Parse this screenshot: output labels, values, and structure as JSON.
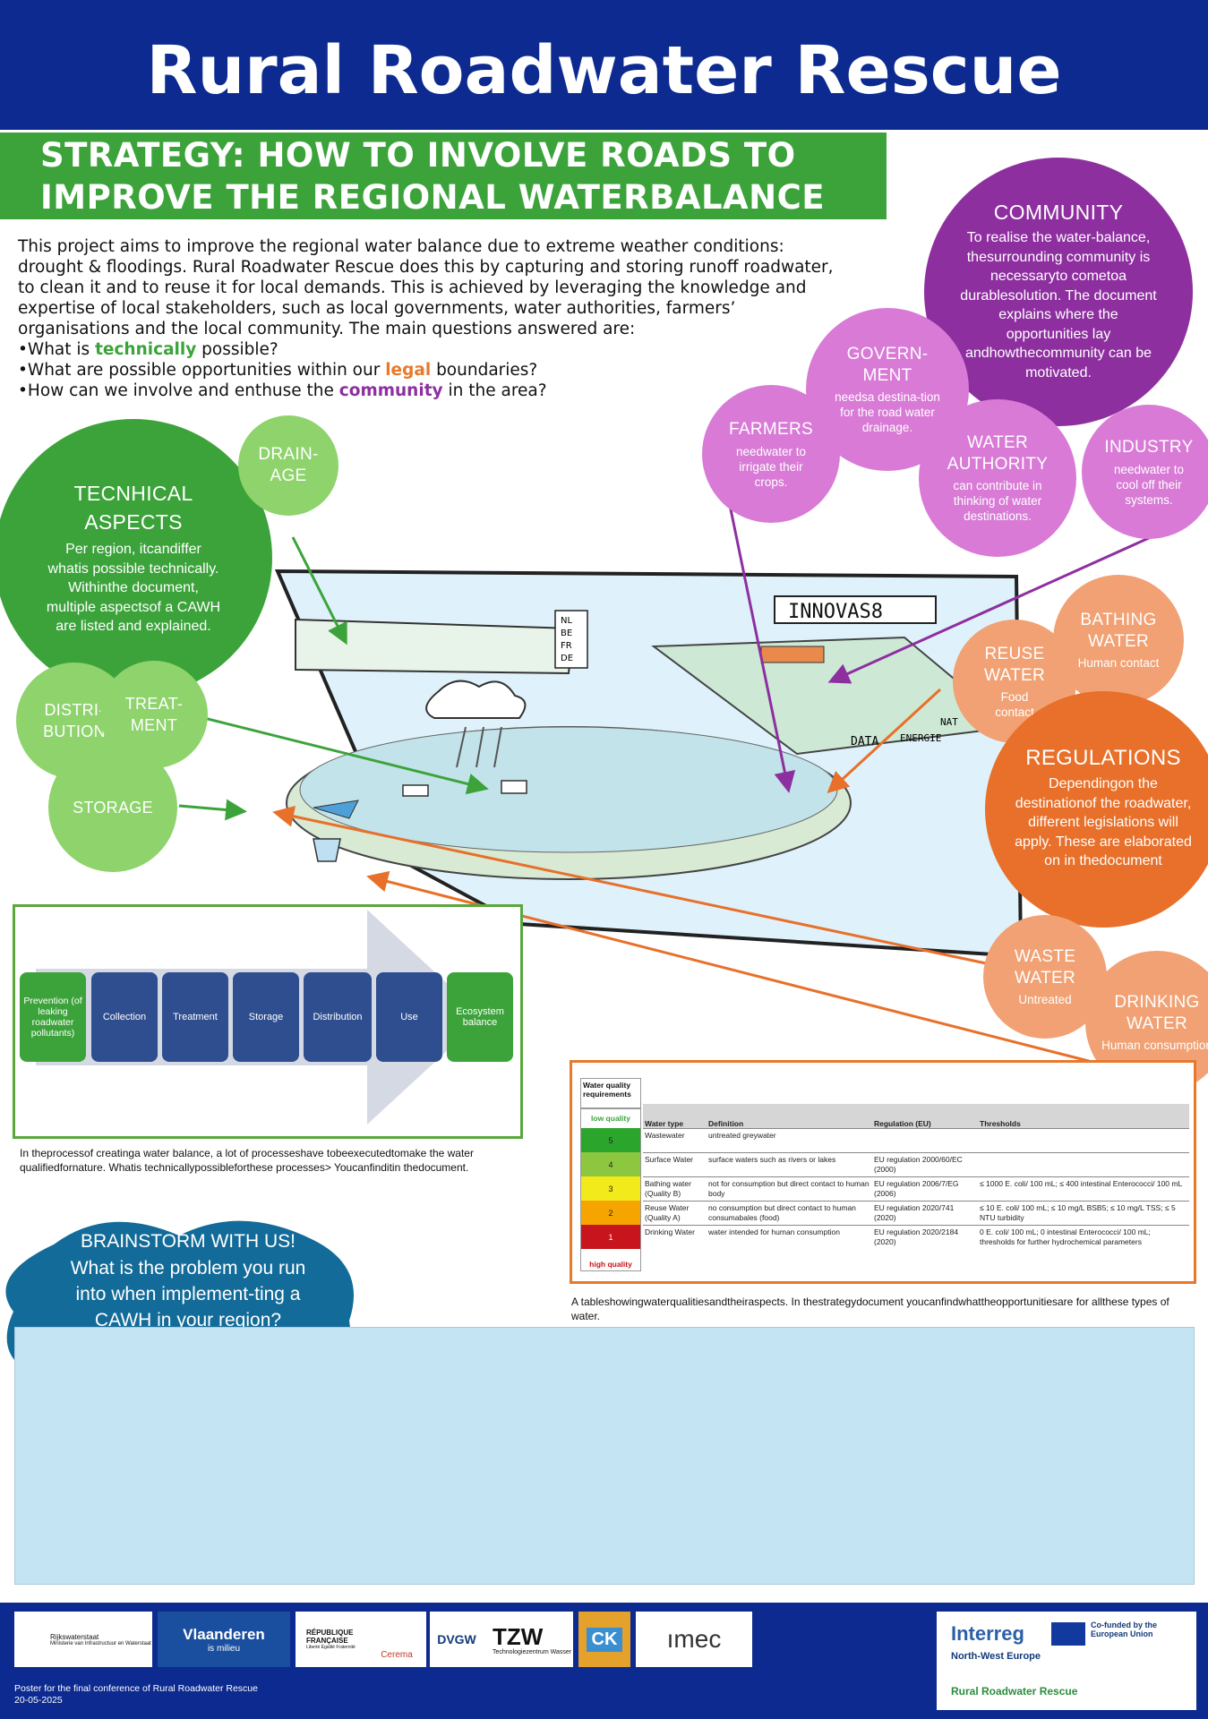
{
  "header": {
    "title": "Rural Roadwater Rescue"
  },
  "strategy": {
    "line1": "STRATEGY: HOW TO INVOLVE ROADS TO",
    "line2": "IMPROVE THE REGIONAL WATERBALANCE"
  },
  "intro": {
    "paragraph": "This project aims to improve the regional water balance due to extreme weather conditions: drought & floodings. Rural Roadwater Rescue does this by capturing and storing runoff roadwater, to clean it and to reuse it for local demands. This is achieved by leveraging the knowledge and expertise of local stakeholders, such as local governments, water authorities, farmers’ organisations and the local community. The main questions answered are:",
    "q1_pre": "•What is ",
    "q1_kw": "technically",
    "q1_post": " possible?",
    "q2_pre": "•What are possible opportunities within our ",
    "q2_kw": "legal",
    "q2_post": " boundaries?",
    "q3_pre": "•How can we involve and enthuse the ",
    "q3_kw": "community",
    "q3_post": " in the area?"
  },
  "colors": {
    "blue": "#0c2a8f",
    "green": "#3ca33b",
    "light_green": "#8ed36c",
    "purple": "#8e2fa0",
    "pink": "#d87ad6",
    "orange": "#e8702a",
    "peach": "#f1a173",
    "light_blue": "#c4e4f4"
  },
  "circles": {
    "technical": {
      "title1": "TECNHICAL",
      "title2": "ASPECTS",
      "body": "Per region, itcandiffer whatis possible technically. Withinthe document, multiple aspectsof a CAWH are listed and explained."
    },
    "drainage": {
      "title1": "DRAIN-",
      "title2": "AGE"
    },
    "distribution": {
      "title1": "DISTRI-",
      "title2": "BUTION"
    },
    "treatment": {
      "title1": "TREAT-",
      "title2": "MENT"
    },
    "storage": {
      "title": "STORAGE"
    },
    "community": {
      "title": "COMMUNITY",
      "body": "To realise the water-balance, thesurrounding community is necessaryto cometoa durablesolution. The document explains where the opportunities lay andhowthecommunity can be motivated."
    },
    "government": {
      "title1": "GOVERN-",
      "title2": "MENT",
      "body": "needsa destina-tion for the road water drainage."
    },
    "farmers": {
      "title": "FARMERS",
      "body": "needwater to irrigate their crops."
    },
    "water_authority": {
      "title1": "WATER",
      "title2": "AUTHORITY",
      "body": "can contribute in thinking of water destinations."
    },
    "industry": {
      "title": "INDUSTRY",
      "body": "needwater to cool off their systems."
    },
    "bathing": {
      "title1": "BATHING",
      "title2": "WATER",
      "body": "Human contact"
    },
    "reuse": {
      "title1": "REUSE",
      "title2": "WATER",
      "body": "Food contact"
    },
    "regulations": {
      "title": "REGULATIONS",
      "body": "Dependingon the destinationof the roadwater, different legislations will apply. These are elaborated on in thedocument"
    },
    "waste": {
      "title1": "WASTE",
      "title2": "WATER",
      "body": "Untreated"
    },
    "drinking": {
      "title1": "DRINKING",
      "title2": "WATER",
      "body": "Human consumption"
    }
  },
  "drawing": {
    "sign": "INNOVAS8",
    "flags": [
      "NL",
      "BE",
      "FR",
      "DE"
    ],
    "data_label": "DATA",
    "energy_label": "ENERGIE",
    "nat_label": "NAT"
  },
  "process": {
    "steps": [
      "Prevention (of leaking roadwater pollutants)",
      "Collection",
      "Treatment",
      "Storage",
      "Distribution",
      "Use",
      "Ecosystem balance"
    ],
    "caption": "In theprocessof creatinga water balance, a lot of processeshave tobeexecutedtomake the water qualifiedfornature. Whatis technicallypossibleforthese processes> Youcanfinditin thedocument."
  },
  "water_quality": {
    "title": "Water quality requirements",
    "low": "low quality",
    "high": "high quality",
    "headers": [
      "Water type",
      "Definition",
      "Regulation (EU)",
      "Thresholds"
    ],
    "levels": [
      {
        "level": "5",
        "color": "#2ba52b",
        "type": "Wastewater",
        "definition": "untreated greywater",
        "regulation": "",
        "thresholds": ""
      },
      {
        "level": "4",
        "color": "#8dc63f",
        "type": "Surface Water",
        "definition": "surface waters such as rivers or lakes",
        "regulation": "EU regulation 2000/60/EC (2000)",
        "thresholds": ""
      },
      {
        "level": "3",
        "color": "#f2ea1a",
        "type": "Bathing water (Quality B)",
        "definition": "not for consumption but direct contact to human body",
        "regulation": "EU regulation 2006/7/EG (2006)",
        "thresholds": "≤ 1000 E. coli/ 100 mL; ≤ 400 intestinal Enterococci/ 100 mL"
      },
      {
        "level": "2",
        "color": "#f6a400",
        "type": "Reuse Water (Quality A)",
        "definition": "no consumption but direct contact to human consumabales (food)",
        "regulation": "EU regulation 2020/741 (2020)",
        "thresholds": "≤ 10 E. coli/ 100 mL; ≤ 10 mg/L BSB5; ≤ 10 mg/L TSS; ≤ 5 NTU turbidity"
      },
      {
        "level": "1",
        "color": "#c8141c",
        "type": "Drinking Water",
        "definition": "water intended for human consumption",
        "regulation": "EU regulation 2020/2184 (2020)",
        "thresholds": "0 E. coli/ 100 mL; 0 intestinal Enterococci/ 100 mL; thresholds for further hydrochemical parameters"
      }
    ],
    "caption": "A tableshowingwaterqualitiesandtheiraspects. In thestrategydocument youcanfindwhattheopportunitiesare for allthese types of water."
  },
  "brainstorm": {
    "title": "BRAINSTORM WITH US!",
    "question": "What is the problem you run into when implement-ting a CAWH in your region?"
  },
  "footer": {
    "logos": {
      "rws1": "Rijkswaterstaat",
      "rws2": "Ministerie van Infrastructuur en Waterstaat",
      "vl1": "Vlaanderen",
      "vl2": "is milieu",
      "rf1": "RÉPUBLIQUE",
      "rf2": "FRANÇAISE",
      "rf3": "Liberté Égalité Fraternité",
      "cerema": "Cerema",
      "dvgw": "DVGW",
      "tzw": "TZW",
      "tzw_sub": "Technologiezentrum Wasser",
      "ck": "CK",
      "imec": "ımec",
      "interreg": "Interreg",
      "eu": "Co-funded by the European Union",
      "nwe": "North-West Europe",
      "rrr": "Rural Roadwater Rescue"
    },
    "note1": "Poster for the final conference of Rural Roadwater Rescue",
    "note2": "20-05-2025"
  }
}
